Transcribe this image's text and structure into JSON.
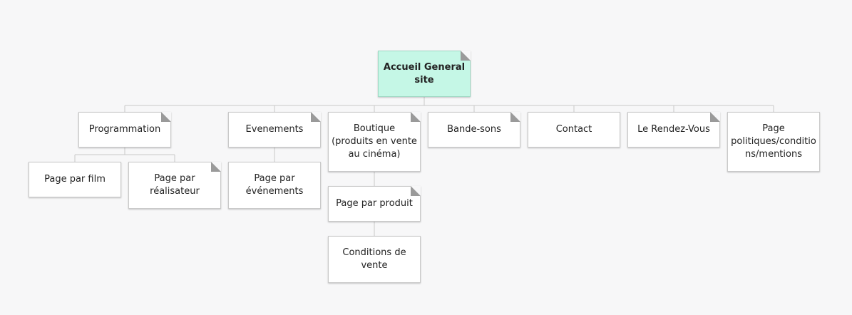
{
  "sitemap": {
    "root": {
      "label": "Accueil General site",
      "folded": true
    },
    "sections": [
      {
        "label": "Programmation",
        "folded": true,
        "children": [
          {
            "label": "Page par film",
            "folded": false
          },
          {
            "label": "Page par réalisateur",
            "folded": true
          }
        ]
      },
      {
        "label": "Evenements",
        "folded": true,
        "children": [
          {
            "label": "Page par événements",
            "folded": false
          }
        ]
      },
      {
        "label": "Boutique (produits en vente au cinéma)",
        "folded": true,
        "children": [
          {
            "label": "Page par produit",
            "folded": true
          },
          {
            "label": "Conditions de vente",
            "folded": false
          }
        ]
      },
      {
        "label": "Bande-sons",
        "folded": true,
        "children": []
      },
      {
        "label": "Contact",
        "folded": false,
        "children": []
      },
      {
        "label": "Le Rendez-Vous",
        "folded": true,
        "children": []
      },
      {
        "label": "Page politiques/conditions/mentions",
        "folded": false,
        "children": []
      }
    ]
  },
  "colors": {
    "root_fill": "#c5f7e6",
    "node_fill": "#ffffff",
    "connector": "#c9c9c9",
    "background": "#f7f7f8"
  }
}
